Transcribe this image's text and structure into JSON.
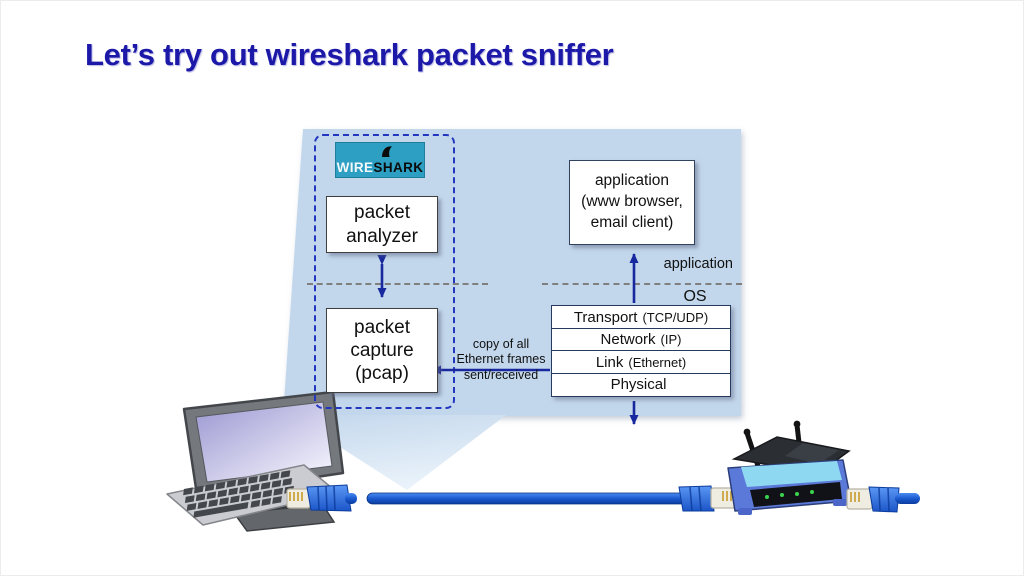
{
  "colors": {
    "title": "#1c18a8",
    "panel": "#c3d7ec",
    "dashed-border": "#2336c0",
    "arrow": "#18289e",
    "logo-bg": "#2d9fc2"
  },
  "slide": {
    "title": "Let’s try out wireshark packet sniffer"
  },
  "wireshark": {
    "logo": {
      "wire": "WIRE",
      "shark": "SHARK"
    },
    "analyzer_box": "packet\nanalyzer",
    "capture_box": "packet\ncapture\n(pcap)"
  },
  "host": {
    "application_box": "application\n(www browser,\nemail client)",
    "application_label": "application",
    "os_label": "OS",
    "stack": [
      {
        "main": "Transport",
        "paren": "(TCP/UDP)"
      },
      {
        "main": "Network",
        "paren": "(IP)"
      },
      {
        "main": "Link",
        "paren": "(Ethernet)"
      },
      {
        "main": "Physical",
        "paren": ""
      }
    ]
  },
  "annotations": {
    "copy_note": "copy of all\nEthernet frames\nsent/received"
  }
}
